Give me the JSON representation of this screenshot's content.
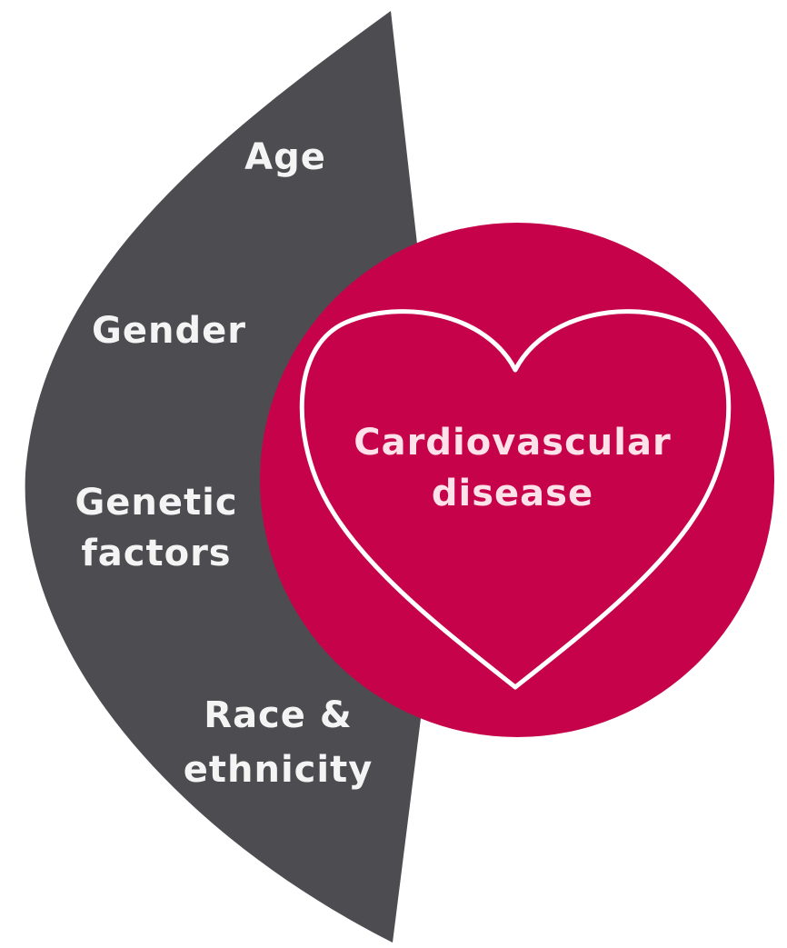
{
  "factors": {
    "age": "Age",
    "gender": "Gender",
    "genetic_line1": "Genetic",
    "genetic_line2": "factors",
    "race_line1": "Race &",
    "race_line2": "ethnicity"
  },
  "center": {
    "line1": "Cardiovascular",
    "line2": "disease"
  },
  "colors": {
    "risk_wedge": "#4d4c50",
    "disease_circle": "#c6034a",
    "heart_outline": "#ffffff",
    "background": "#ffffff"
  },
  "icons": {
    "heart": "heart-outline-icon"
  }
}
